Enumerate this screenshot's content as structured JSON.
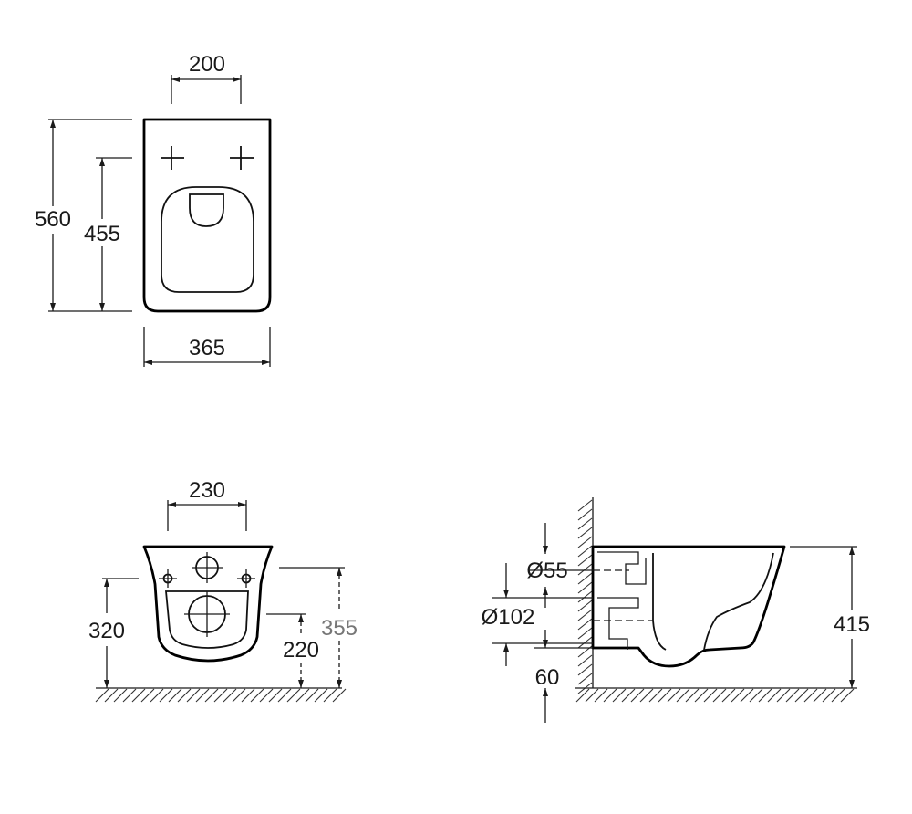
{
  "top_view": {
    "width_overall": "365",
    "length_overall": "560",
    "length_to_fixings": "455",
    "fixing_spacing": "200"
  },
  "front_view": {
    "fixing_spacing": "230",
    "fixing_height": "320",
    "outlet_height": "220",
    "top_height": "355"
  },
  "side_view": {
    "inlet_diameter": "Ø55",
    "outlet_diameter": "Ø102",
    "outlet_offset": "60",
    "total_height": "415"
  }
}
